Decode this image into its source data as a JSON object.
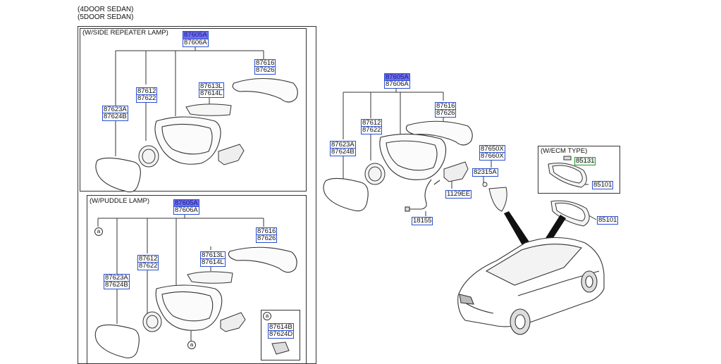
{
  "header": {
    "line1": "(4DOOR SEDAN)",
    "line2": "(5DOOR SEDAN)"
  },
  "boxes": {
    "side_repeater": {
      "title": "(W/SIDE REPEATER LAMP)"
    },
    "puddle": {
      "title": "(W/PUDDLE LAMP)"
    },
    "ecm": {
      "title": "(W/ECM TYPE)"
    },
    "inset": {
      "circle": "a"
    }
  },
  "callouts": {
    "a1": "a",
    "a2": "a"
  },
  "parts": {
    "sr_assembly_a": "87605A",
    "sr_assembly_b": "87606A",
    "sr_cover_a": "87616",
    "sr_cover_b": "87626",
    "sr_lamp_a": "87613L",
    "sr_lamp_b": "87614L",
    "sr_actuator_a": "87612",
    "sr_actuator_b": "87622",
    "sr_glass_a": "87623A",
    "sr_glass_b": "87624B",
    "pd_assembly_a": "87605A",
    "pd_assembly_b": "87606A",
    "pd_cover_a": "87616",
    "pd_cover_b": "87626",
    "pd_lamp_a": "87613L",
    "pd_lamp_b": "87614L",
    "pd_actuator_a": "87612",
    "pd_actuator_b": "87622",
    "pd_glass_a": "87623A",
    "pd_glass_b": "87624B",
    "pd_inset_a": "87614B",
    "pd_inset_b": "87624D",
    "mn_assembly_a": "87605A",
    "mn_assembly_b": "87606A",
    "mn_cover_a": "87616",
    "mn_cover_b": "87626",
    "mn_actuator_a": "87612",
    "mn_actuator_b": "87622",
    "mn_glass_a": "87623A",
    "mn_glass_b": "87624B",
    "mn_wire": "18155",
    "mn_screw": "1129EE",
    "mn_cover_x_a": "87650X",
    "mn_cover_x_b": "87660X",
    "mn_sensor": "82315A",
    "ecm_part": "85131",
    "ecm_mirror": "85101",
    "rear_mirror": "85101"
  }
}
